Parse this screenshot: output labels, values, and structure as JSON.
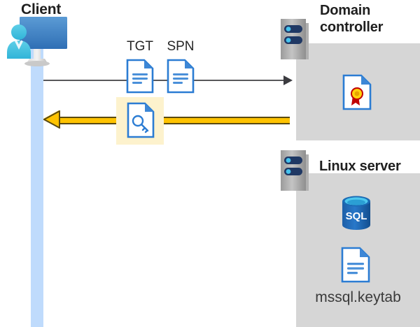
{
  "diagram": {
    "title_client": "Client",
    "title_domain_controller": "Domain\ncontroller",
    "title_domain_controller_line1": "Domain",
    "title_domain_controller_line2": "controller",
    "title_linux_server": "Linux server",
    "keytab_filename": "mssql.keytab",
    "sql_icon_text": "SQL",
    "ticket_labels": {
      "tgt": "TGT",
      "spn": "SPN"
    },
    "icons": {
      "client": "client-computer-user-icon",
      "domain_controller_server": "server-rack-icon",
      "linux_server": "server-rack-icon",
      "tgt_document": "document-icon",
      "spn_document": "document-icon",
      "key_document": "key-document-icon",
      "certificate_document": "certificate-document-icon",
      "sql_database": "sql-database-icon",
      "keytab_document": "document-icon"
    },
    "flows": {
      "request_direction": "client-to-domain-controller",
      "response_direction": "domain-controller-to-client"
    },
    "colors": {
      "panel_gray": "#d6d6d6",
      "lifeline_blue": "#bfdbfc",
      "highlight_yellow": "#fdf2cd",
      "arrow_gold": "#ffc300",
      "arrow_gray": "#58585b",
      "doc_blue": "#2b7cd3",
      "sql_blue": "#1a6bb5",
      "title_dark": "#1f1f1f"
    }
  }
}
